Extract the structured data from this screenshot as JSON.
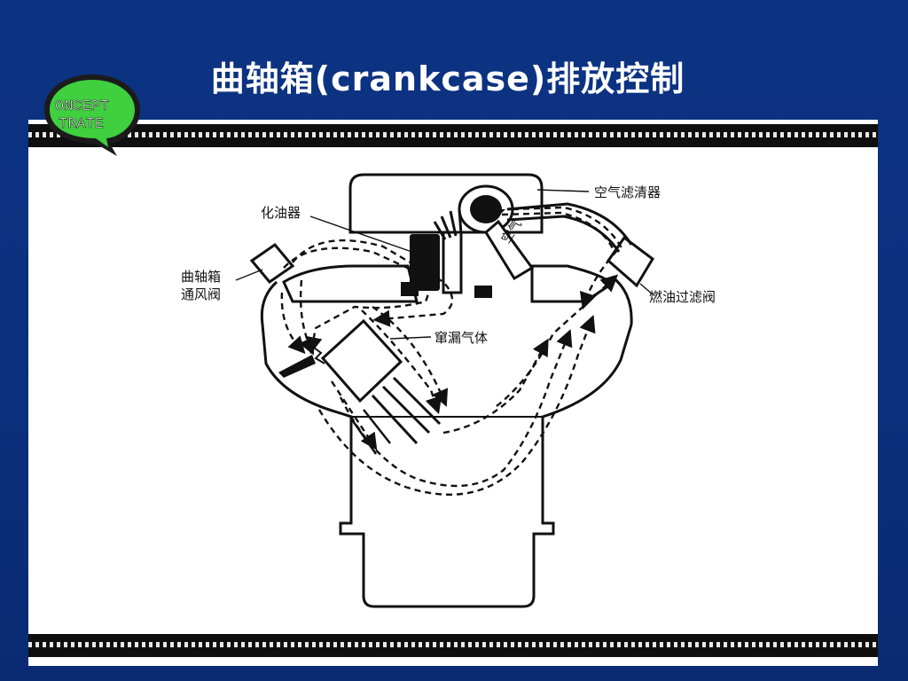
{
  "slide": {
    "title": "曲轴箱(crankcase)排放控制"
  },
  "logo": {
    "line1": "ONCEPT",
    "line2": "TRATE",
    "colors": {
      "green": "#3fcf3f",
      "dark": "#1b1b1b"
    }
  },
  "diagram": {
    "labels": {
      "carburetor": "化油器",
      "air_filter": "空气滤清器",
      "pcv_line1": "曲轴箱",
      "pcv_line2": "通风阀",
      "fuel_filter_valve": "燃油过滤阀",
      "blowby_gas": "窜漏气体",
      "air": "空气"
    }
  },
  "colors": {
    "background": "#0a2f7c",
    "panel": "#ffffff",
    "film": "#0f0f0f"
  }
}
